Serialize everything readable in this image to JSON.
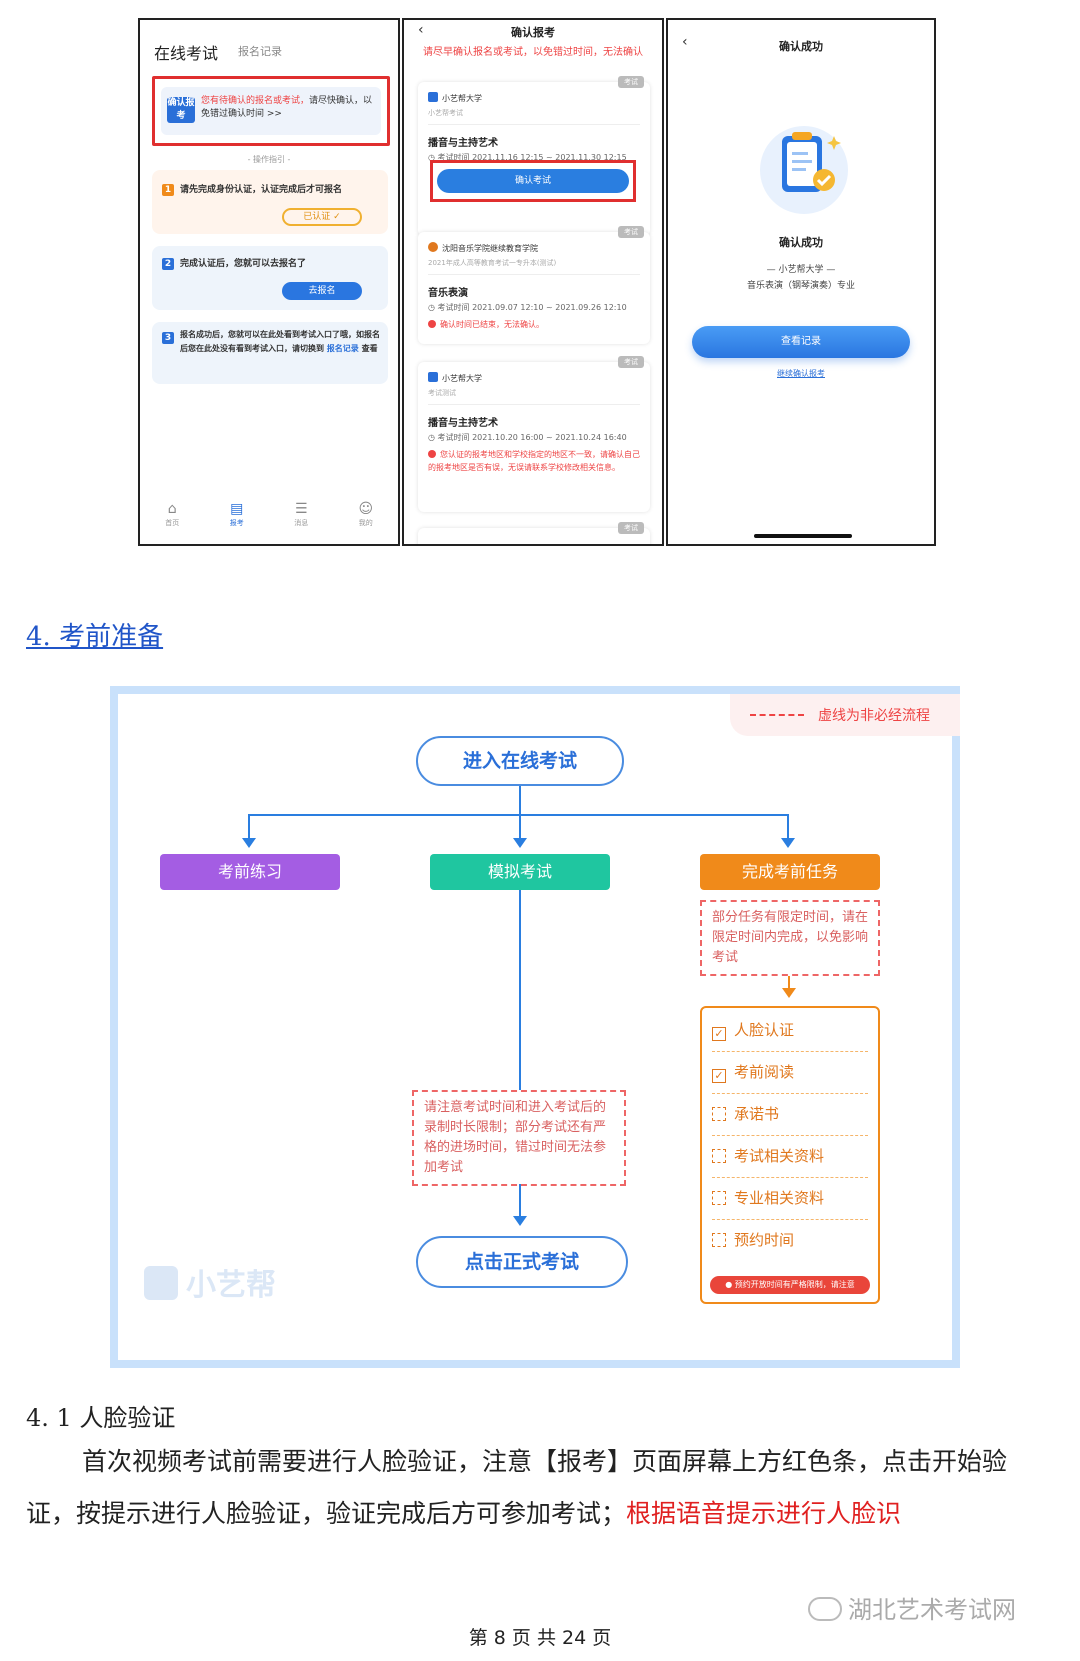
{
  "phone1": {
    "title": "在线考试",
    "tab": "报名记录",
    "alert_badge": "确认报考",
    "alert_text_red": "您有待确认的报名或考试，",
    "alert_text": "请尽快确认，以免错过确认时间 >>",
    "guide": "- 操作指引 -",
    "step1": "请先完成身份认证，认证完成后才可报名",
    "step1_btn": "已认证 ✓",
    "step2": "完成认证后，您就可以去报名了",
    "step2_btn": "去报名",
    "step3_a": "报名成功后，您就可以在此处看到考试入口了哦，如报名后您在此处没有看到考试入口，请切换到",
    "step3_link": "报名记录",
    "step3_b": "查看",
    "tabs": [
      {
        "icon": "⌂",
        "label": "首页"
      },
      {
        "icon": "▤",
        "label": "报考"
      },
      {
        "icon": "☰",
        "label": "消息"
      },
      {
        "icon": "☺",
        "label": "我的"
      }
    ]
  },
  "phone2": {
    "title": "确认报考",
    "warn": "请尽早确认报名或考试，以免错过时间，无法确认",
    "tag": "考试",
    "exam1": {
      "school": "小艺帮大学",
      "sub": "小艺帮考试",
      "name": "播音与主持艺术",
      "time": "考试时间 2021.11.16 12:15 ~ 2021.11.30 12:15",
      "button": "确认考试"
    },
    "exam2": {
      "school": "沈阳音乐学院继续教育学院",
      "sub": "2021年成人高等教育考试一专升本(测试)",
      "name": "音乐表演",
      "time": "考试时间 2021.09.07 12:10 ~ 2021.09.26 12:10",
      "err": "确认时间已结束，无法确认。"
    },
    "exam3": {
      "school": "小艺帮大学",
      "sub": "考试测试",
      "name": "播音与主持艺术",
      "time": "考试时间 2021.10.20 16:00 ~ 2021.10.24 16:40",
      "err": "您认证的报考地区和学校指定的地区不一致，请确认自己的报考地区是否有误，无误请联系学校修改相关信息。"
    }
  },
  "phone3": {
    "title": "确认成功",
    "ok": "确认成功",
    "org": "— 小艺帮大学 —",
    "major": "音乐表演（钢琴演奏）专业",
    "view": "查看记录",
    "continue": "继续确认报考"
  },
  "section4": "4. 考前准备",
  "flow": {
    "legend": "虚线为非必经流程",
    "start": "进入在线考试",
    "branch1": "考前练习",
    "branch2": "模拟考试",
    "branch3": "完成考前任务",
    "note_task": "部分任务有限定时间，请在限定时间内完成，以免影响考试",
    "note_exam": "请注意考试时间和进入考试后的录制时长限制；部分考试还有严格的进场时间，错过时间无法参加考试",
    "end": "点击正式考试",
    "tasks": [
      "人脸认证",
      "考前阅读",
      "承诺书",
      "考试相关资料",
      "专业相关资料",
      "预约时间"
    ],
    "task_note": "预约开放时间有严格限制，请注意",
    "brand": "小艺帮",
    "colors": {
      "purple": "#a45de3",
      "green": "#1fc6a0",
      "orange": "#f08a1a",
      "blue": "#2a7ee0"
    }
  },
  "section41": "4. 1 人脸验证",
  "para_black": "首次视频考试前需要进行人脸验证，注意【报考】页面屏幕上方红色条，点击开始验证，按提示进行人脸验证，验证完成后方可参加考试；",
  "para_red": "根据语音提示进行人脸识",
  "footer": "第 8 页 共 24 页",
  "watermark": "湖北艺术考试网"
}
